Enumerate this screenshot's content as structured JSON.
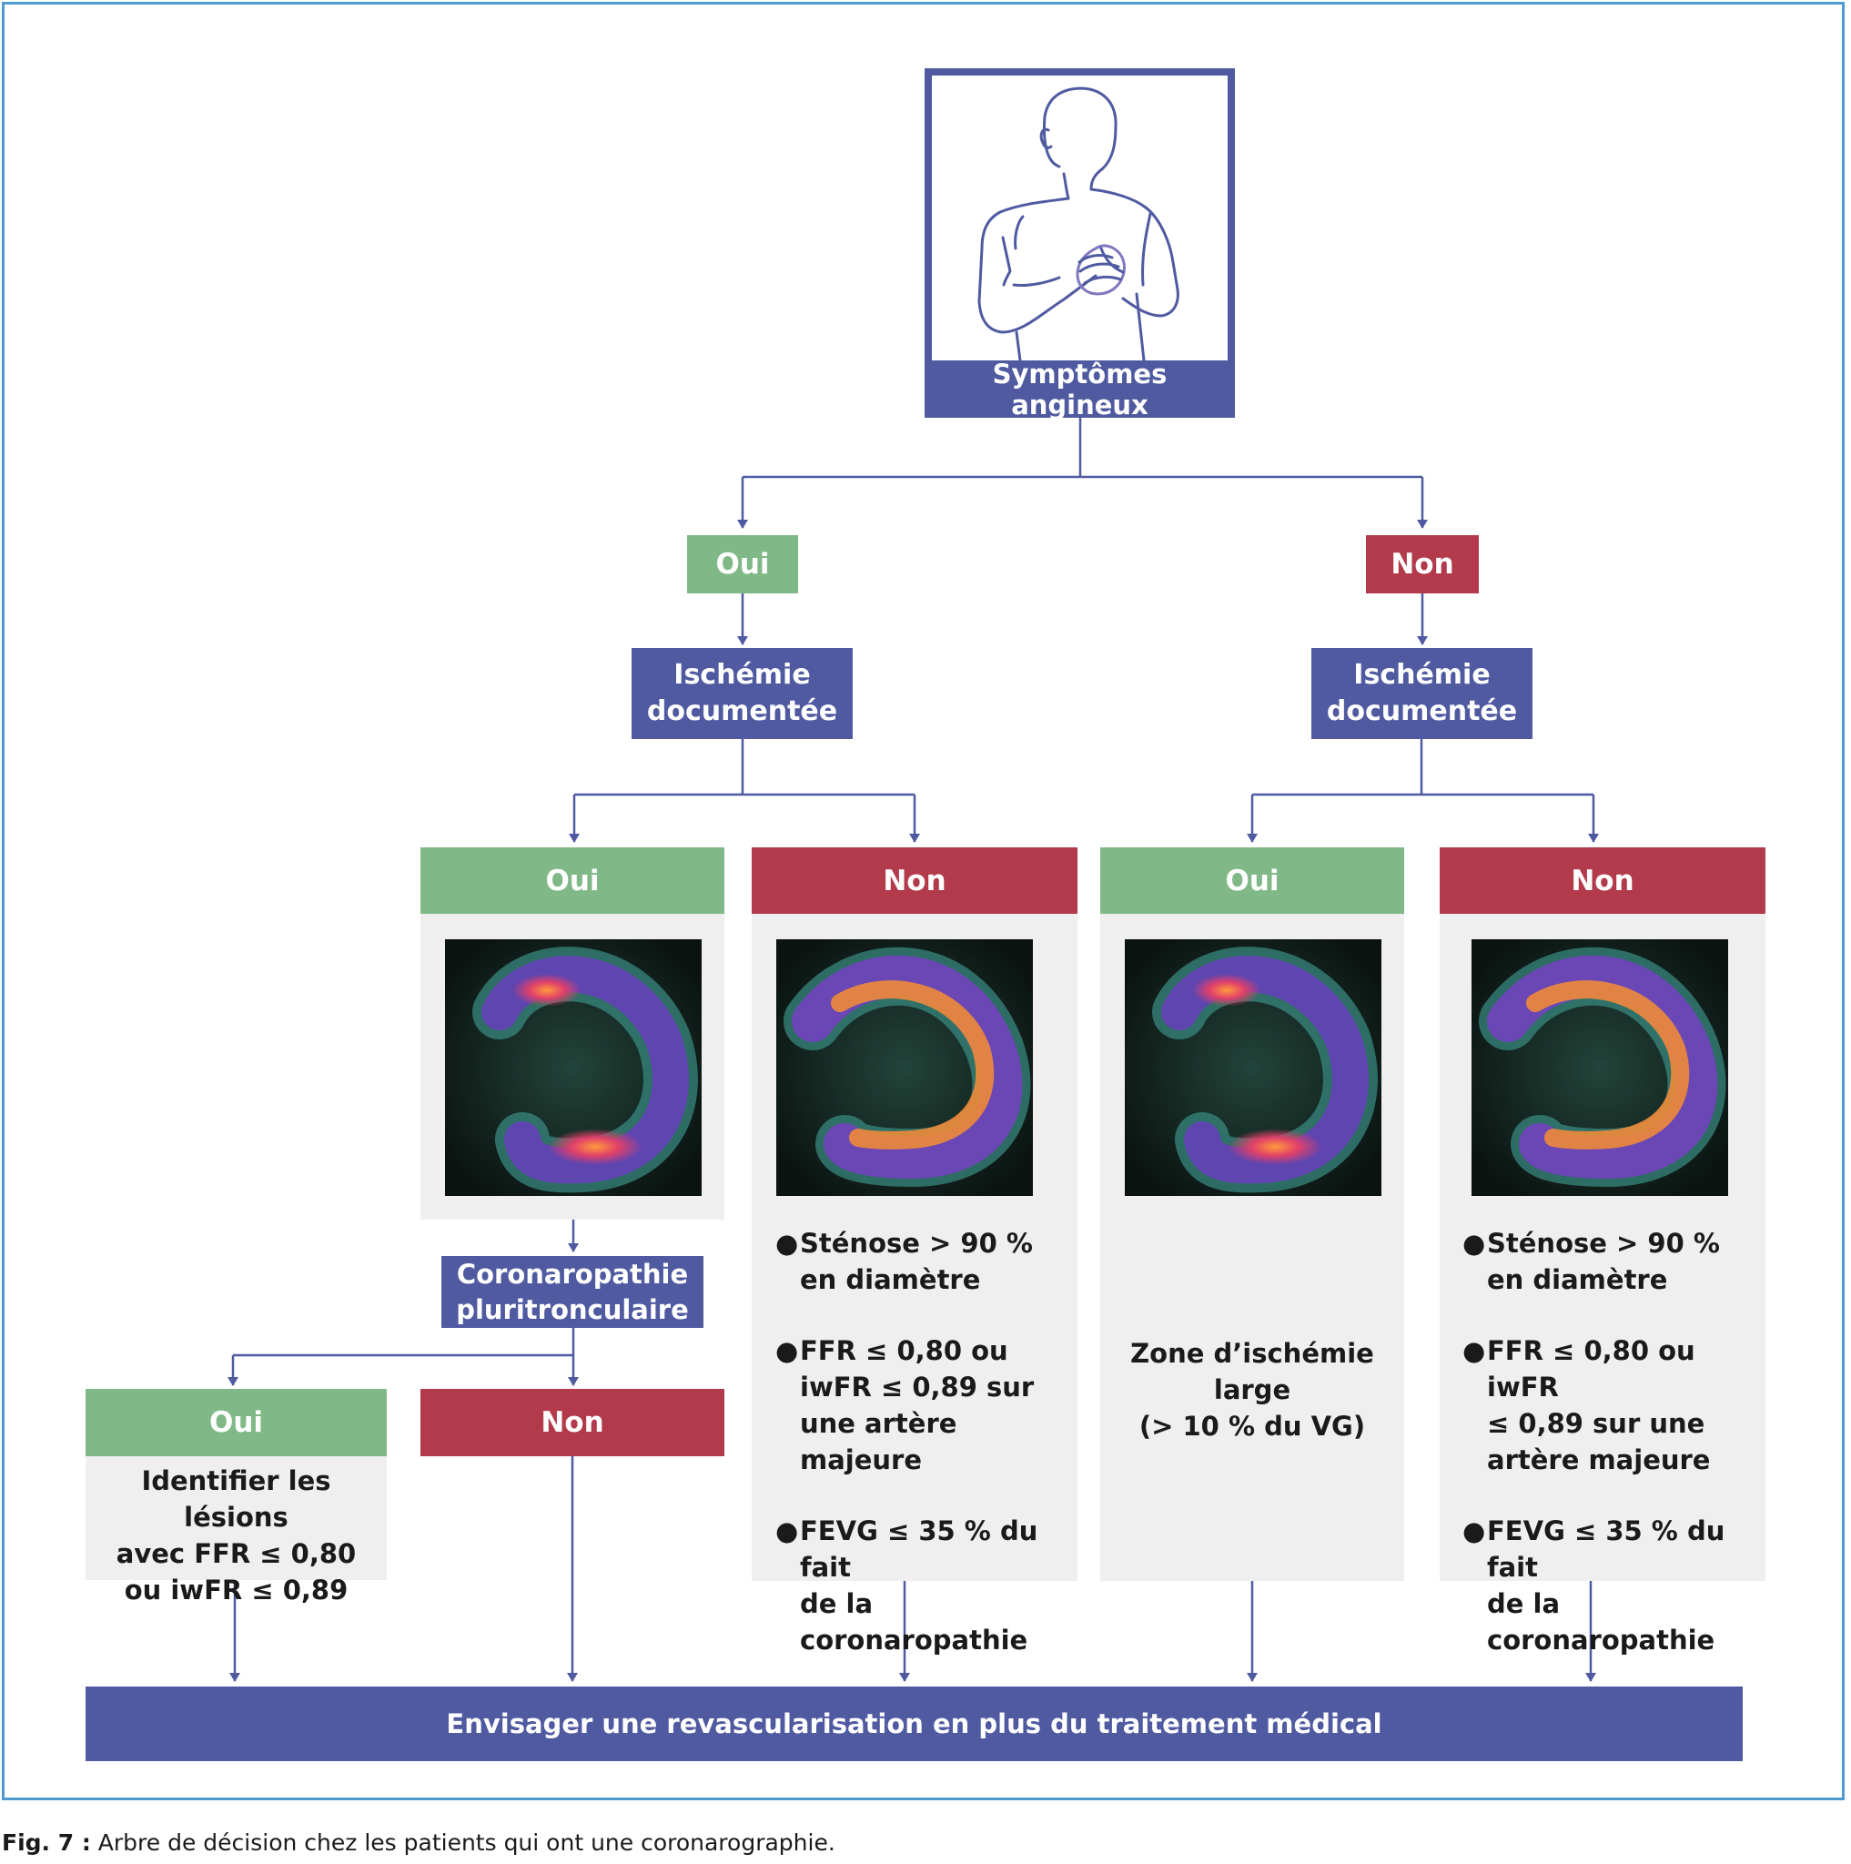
{
  "top": {
    "label": "Symptômes angineux"
  },
  "level1": {
    "yes": "Oui",
    "no": "Non",
    "ischemia_left": "Ischémie\ndocumentée",
    "ischemia_right": "Ischémie\ndocumentée"
  },
  "level2": {
    "col1_header": "Oui",
    "col2_header": "Non",
    "col3_header": "Oui",
    "col4_header": "Non"
  },
  "multivessel": {
    "label": "Coronaropathie\npluritronculaire",
    "yes": "Oui",
    "no": "Non",
    "yes_text": "Identifier les lésions\navec FFR ≤ 0,80\nou iwFR ≤ 0,89"
  },
  "col2_criteria": [
    "Sténose > 90 %\nen diamètre",
    "FFR ≤ 0,80 ou\niwFR ≤ 0,89 sur\nune artère majeure",
    "FEVG ≤ 35 % du fait\nde la coronaropathie"
  ],
  "col3_text": "Zone d’ischémie\nlarge\n(> 10 % du VG)",
  "col4_criteria": [
    "Sténose > 90 %\nen diamètre",
    "FFR ≤ 0,80 ou iwFR\n≤ 0,89 sur une\nartère majeure",
    "FEVG ≤ 35 % du fait\nde la coronaropathie"
  ],
  "bottom": {
    "label": "Envisager une revascularisation en plus du traitement médical"
  },
  "caption": {
    "prefix": "Fig. 7 :",
    "text": " Arbre de décision chez les patients qui ont une coronarographie."
  },
  "colors": {
    "blue": "#4f5aa1",
    "green": "#80b987",
    "red": "#b23a4a",
    "panel": "#efefef",
    "frame": "#4f9bd0"
  },
  "icons": {
    "patient": "chest-pain-person-icon",
    "scan": "myocardial-perfusion-scan"
  }
}
